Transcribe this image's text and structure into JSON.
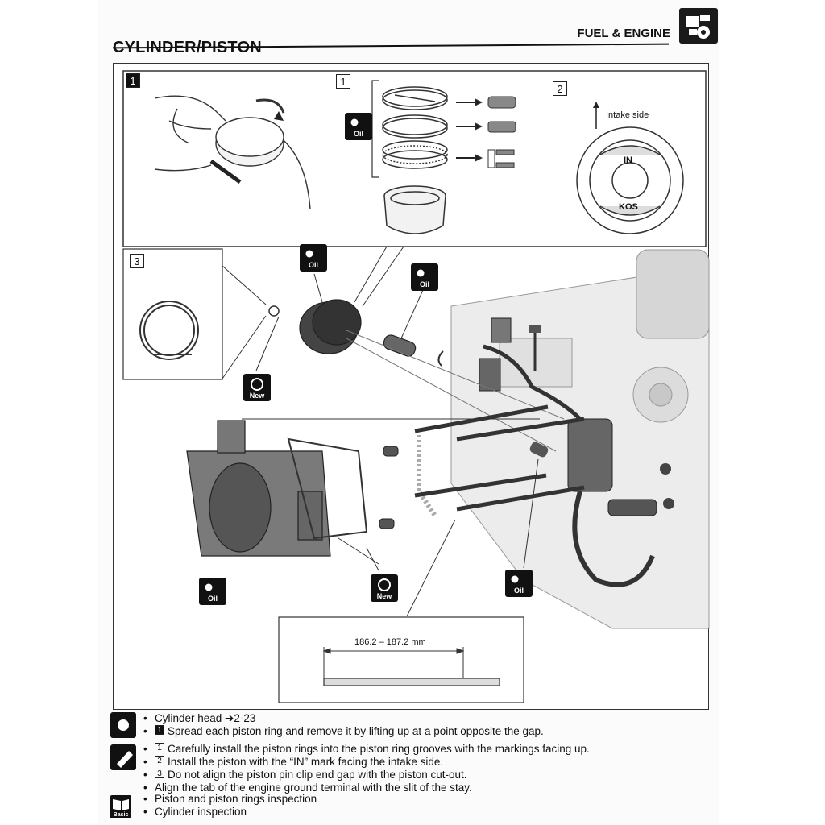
{
  "header": {
    "section_title": "CYLINDER/PISTON",
    "chapter_title": "FUEL & ENGINE"
  },
  "figure": {
    "callouts": {
      "one_solid": "1",
      "one_outline": "1",
      "two_outline": "2",
      "three_outline": "3"
    },
    "intake_side_label": "Intake side",
    "ring_mark_in": "IN",
    "ring_mark_kos": "KOS",
    "badges": {
      "oil": "Oil",
      "new": "New"
    },
    "dimension_label": "186.2 – 187.2 mm"
  },
  "notes": {
    "group1": [
      {
        "text": "Cylinder head ➔2-23"
      },
      {
        "num": "1",
        "text": "Spread each piston ring and remove it by lifting up at a point opposite the gap."
      }
    ],
    "group2": [
      {
        "num": "1",
        "text": "Carefully install the piston rings into the piston ring grooves with the markings facing up."
      },
      {
        "num": "2",
        "text": "Install the piston with the “IN” mark facing the intake side."
      },
      {
        "num": "3",
        "text": "Do not align the piston pin clip end gap with the piston cut-out."
      },
      {
        "text": "Align the tab of the engine ground terminal with the slit of the stay."
      }
    ],
    "group3": [
      {
        "text": "Piston and piston rings inspection"
      },
      {
        "text": "Cylinder inspection"
      }
    ],
    "basic_label": "Basic"
  }
}
